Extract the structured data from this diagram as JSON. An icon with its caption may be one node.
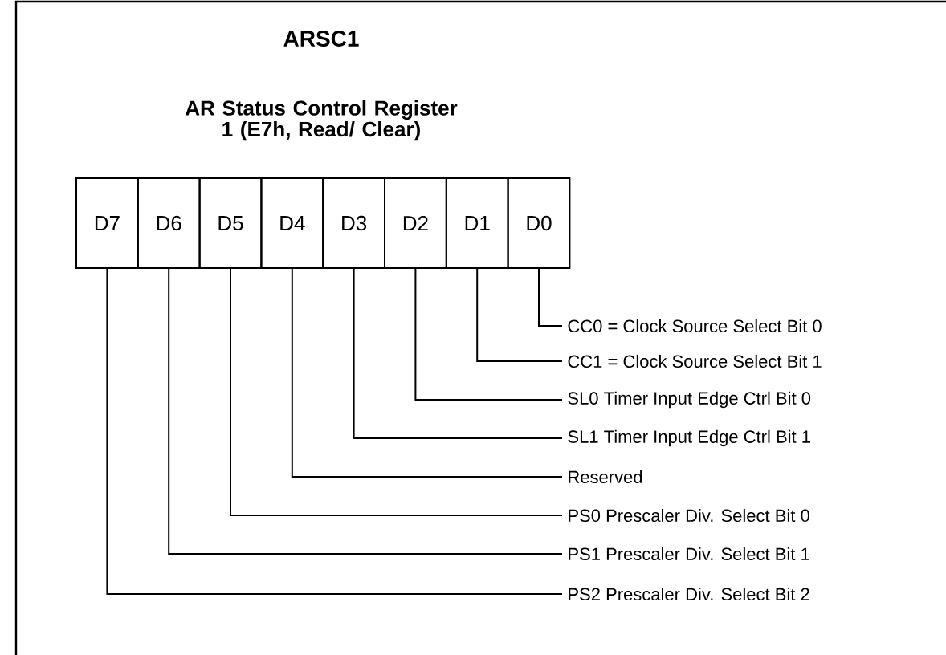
{
  "diagram": {
    "title": "ARSC1",
    "nodes": [
      {
        "text": [
          "D7"
        ]
      },
      {
        "text": [
          "D6"
        ]
      },
      {
        "text": [
          "D5"
        ]
      },
      {
        "text": [
          "D4"
        ]
      },
      {
        "text": [
          "D3"
        ]
      },
      {
        "text": [
          "D2"
        ]
      },
      {
        "text": [
          "D1"
        ]
      },
      {
        "text": [
          "D0"
        ]
      },
      {
        "text": [
          "CC0 = Clock Source Select Bit 0"
        ]
      },
      {
        "text": [
          "CC1 = Clock Source Select Bit 1"
        ]
      },
      {
        "text": [
          "SL0 Timer Input Edge Ctrl Bit 0"
        ]
      },
      {
        "text": [
          "SL1 Timer Input Edge Ctrl Bit 1"
        ]
      },
      {
        "text": [
          "Reserved"
        ]
      },
      {
        "text": [
          "PS0 Prescaler Div. Select Bit 0"
        ]
      },
      {
        "text": [
          "PS1 Prescaler Div. Select Bit 1"
        ]
      },
      {
        "text": [
          "PS2 Prescaler Div. Select Bit 2"
        ]
      }
    ],
    "edges": [
      {
        "from": 8,
        "to": 7,
        "arrow": "none"
      },
      {
        "from": 9,
        "to": 6,
        "arrow": "none"
      },
      {
        "from": 10,
        "to": 5,
        "arrow": "none"
      },
      {
        "from": 11,
        "to": 4,
        "arrow": "none"
      },
      {
        "from": 12,
        "to": 3,
        "arrow": "none"
      },
      {
        "from": 13,
        "to": 2,
        "arrow": "none"
      },
      {
        "from": 14,
        "to": 1,
        "arrow": "none"
      },
      {
        "from": 15,
        "to": 0,
        "arrow": "none"
      }
    ],
    "labels": [
      "AR Status Control Register 1 (E7h, Read/ Clear)"
    ]
  }
}
